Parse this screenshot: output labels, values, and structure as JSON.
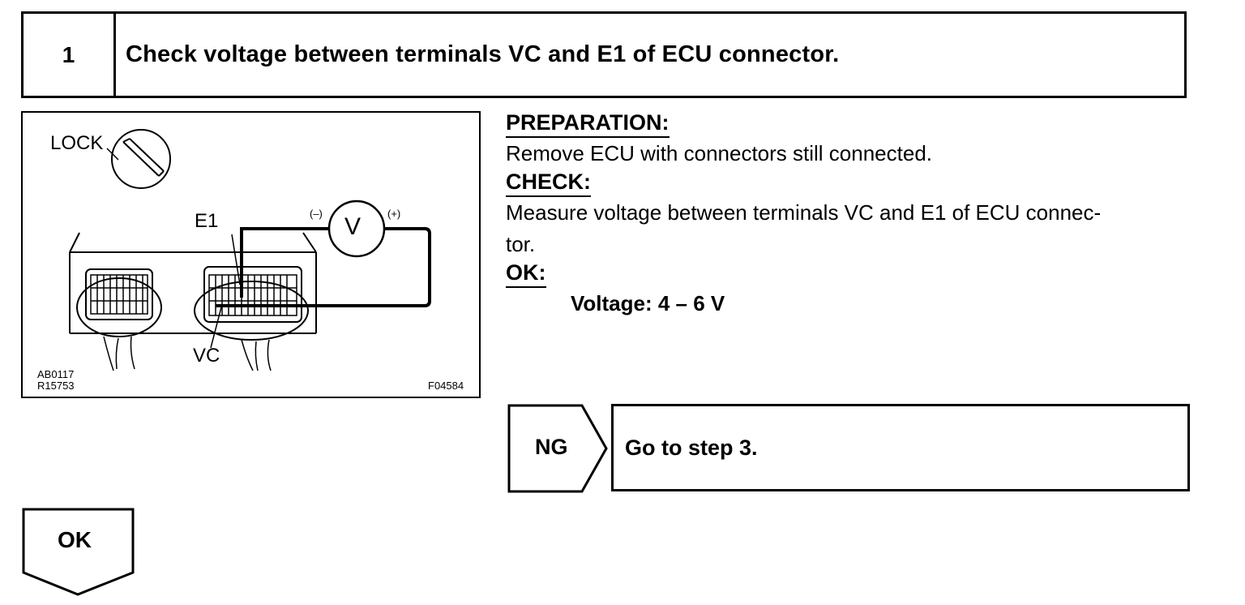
{
  "step": {
    "number": "1",
    "title": "Check voltage between terminals VC and E1 of ECU connector."
  },
  "figure": {
    "labels": {
      "lock": "LOCK",
      "e1": "E1",
      "vc": "VC",
      "meter": "V",
      "minus": "(–)",
      "plus": "(+)"
    },
    "codes": {
      "left_line1": "AB0117",
      "left_line2": "R15753",
      "right": "F04584"
    }
  },
  "instructions": {
    "preparation_heading": "PREPARATION:",
    "preparation_text": "Remove ECU with connectors still connected.",
    "check_heading": "CHECK:",
    "check_text_line1": "Measure voltage between terminals VC and E1 of ECU connec-",
    "check_text_line2": "tor.",
    "ok_heading": "OK:",
    "ok_value": "Voltage: 4 – 6 V"
  },
  "results": {
    "ng_label": "NG",
    "ng_action": "Go to step 3.",
    "ok_label": "OK"
  }
}
